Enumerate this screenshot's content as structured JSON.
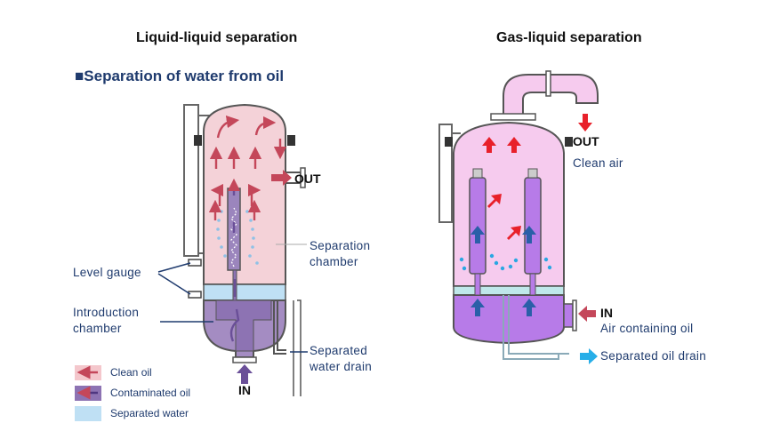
{
  "left": {
    "heading": "Liquid-liquid separation",
    "section_marker": "■",
    "section_title": "Separation of water from oil",
    "out_label": "OUT",
    "in_label": "IN",
    "level_gauge": "Level gauge",
    "separation_chamber": [
      "Separation",
      "chamber"
    ],
    "introduction_chamber": [
      "Introduction",
      "chamber"
    ],
    "separated_water_drain": [
      "Separated",
      "water drain"
    ],
    "legend": [
      {
        "label": "Clean oil",
        "color": "#f4c7cc",
        "arrow": "#c4475a"
      },
      {
        "label": "Contaminated oil",
        "color": "#8d73b3",
        "arrow": "#6a4f98"
      },
      {
        "label": "Separated water",
        "color": "#bfe0f4",
        "arrow": ""
      }
    ]
  },
  "right": {
    "heading": "Gas-liquid separation",
    "out_label": "OUT",
    "clean_air": "Clean air",
    "in_label": "IN",
    "air_containing_oil": "Air containing oil",
    "separated_oil_drain": "Separated oil drain"
  },
  "colors": {
    "clean_oil": "#f4d2d8",
    "contaminated_oil": "#a48cc2",
    "separated_water": "#bfe0f4",
    "gas_chamber": "#f6cbee",
    "gas_lower": "#b77be8",
    "red_arrow": "#e8202a",
    "blue_arrow": "#2a5fa8",
    "drain_arrow": "#27aee8",
    "text_navy": "#1f3b6e"
  }
}
